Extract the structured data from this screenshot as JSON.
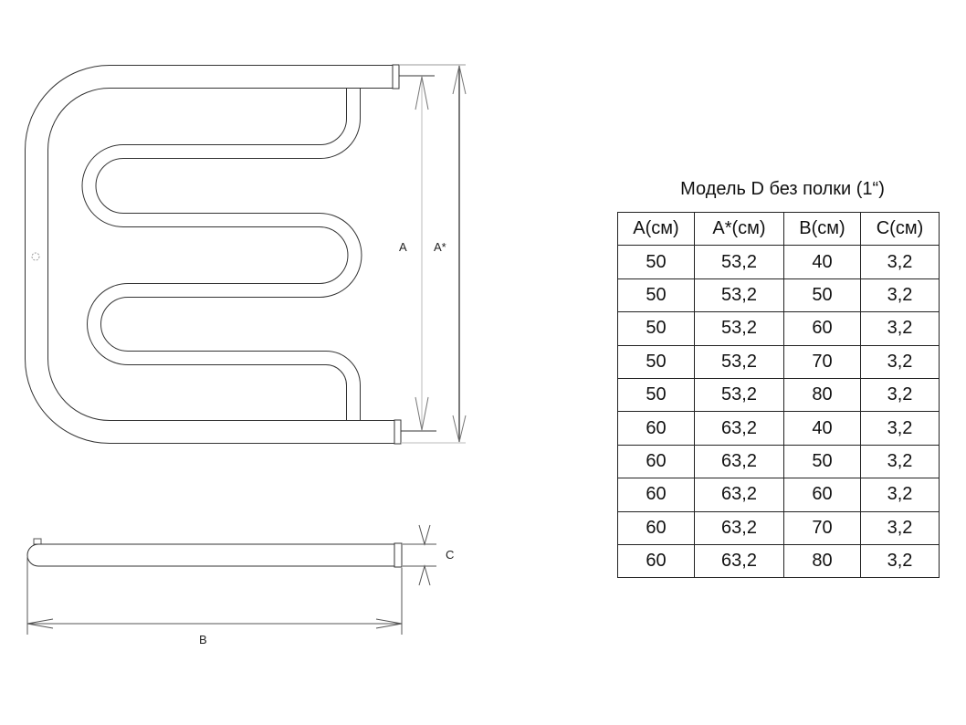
{
  "drawing": {
    "labels": {
      "a": "A",
      "a_star": "A*",
      "b": "B",
      "c": "C"
    }
  },
  "table": {
    "title": "Модель D без полки (1“)",
    "headers": [
      "A(см)",
      "A*(см)",
      "B(см)",
      "C(см)"
    ],
    "rows": [
      [
        "50",
        "53,2",
        "40",
        "3,2"
      ],
      [
        "50",
        "53,2",
        "50",
        "3,2"
      ],
      [
        "50",
        "53,2",
        "60",
        "3,2"
      ],
      [
        "50",
        "53,2",
        "70",
        "3,2"
      ],
      [
        "50",
        "53,2",
        "80",
        "3,2"
      ],
      [
        "60",
        "63,2",
        "40",
        "3,2"
      ],
      [
        "60",
        "63,2",
        "50",
        "3,2"
      ],
      [
        "60",
        "63,2",
        "60",
        "3,2"
      ],
      [
        "60",
        "63,2",
        "70",
        "3,2"
      ],
      [
        "60",
        "63,2",
        "80",
        "3,2"
      ]
    ]
  }
}
